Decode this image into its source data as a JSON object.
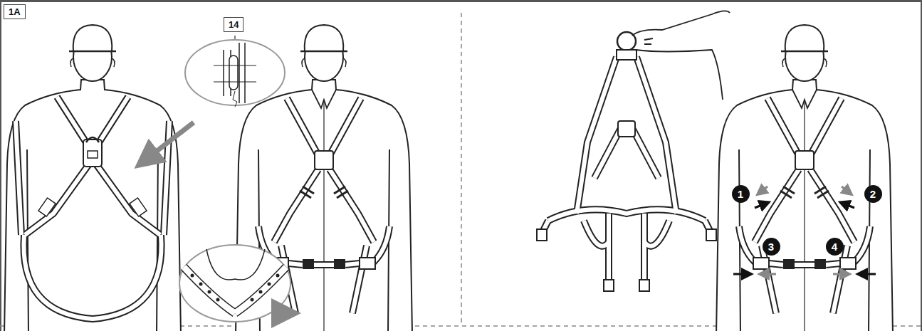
{
  "diagram": {
    "nodes": [
      {
        "text": [
          "1A"
        ]
      },
      {
        "text": [
          "14"
        ]
      },
      {
        "text": [
          "1"
        ]
      },
      {
        "text": [
          "2"
        ]
      },
      {
        "text": [
          "3"
        ]
      },
      {
        "text": [
          "4"
        ]
      }
    ]
  }
}
